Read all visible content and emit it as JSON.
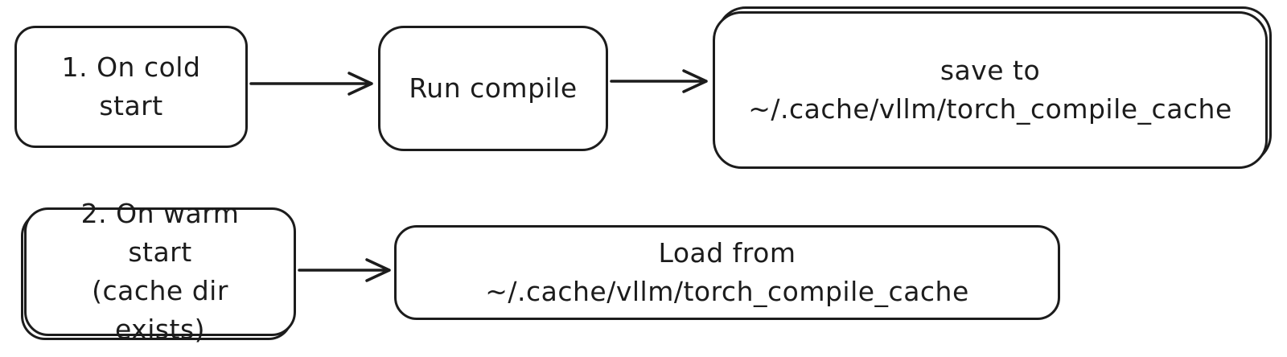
{
  "diagram": {
    "background_color": "#ffffff",
    "stroke_color": "#1c1c1c",
    "nodes": {
      "cold_start": {
        "label": "1. On cold\nstart"
      },
      "run_compile": {
        "label": "Run compile"
      },
      "save_cache": {
        "label": "save to\n~/.cache/vllm/torch_compile_cache"
      },
      "warm_start": {
        "label": "2. On warm start\n(cache dir exists)"
      },
      "load_cache": {
        "label": "Load from ~/.cache/vllm/torch_compile_cache"
      }
    },
    "edges": [
      {
        "from": "cold_start",
        "to": "run_compile"
      },
      {
        "from": "run_compile",
        "to": "save_cache"
      },
      {
        "from": "warm_start",
        "to": "load_cache"
      }
    ]
  }
}
